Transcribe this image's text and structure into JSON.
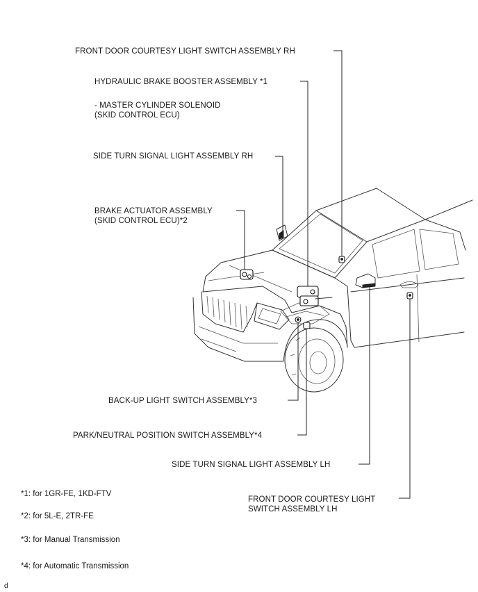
{
  "labels": {
    "front_door_courtesy_rh": "FRONT DOOR COURTESY LIGHT SWITCH ASSEMBLY RH",
    "hydraulic_brake_booster": "HYDRAULIC BRAKE BOOSTER ASSEMBLY *1",
    "master_cylinder_line1": "- MASTER CYLINDER SOLENOID",
    "master_cylinder_line2": "(SKID CONTROL ECU)",
    "side_turn_signal_rh": "SIDE TURN SIGNAL LIGHT ASSEMBLY RH",
    "brake_actuator_line1": "BRAKE ACTUATOR ASSEMBLY",
    "brake_actuator_line2": "(SKID CONTROL ECU)*2",
    "back_up_light_switch": "BACK-UP LIGHT SWITCH ASSEMBLY*3",
    "park_neutral_switch": "PARK/NEUTRAL POSITION SWITCH ASSEMBLY*4",
    "side_turn_signal_lh": "SIDE TURN SIGNAL LIGHT ASSEMBLY LH",
    "front_door_courtesy_lh_line1": "FRONT DOOR COURTESY LIGHT",
    "front_door_courtesy_lh_line2": "SWITCH ASSEMBLY LH"
  },
  "footnotes": [
    "*1: for 1GR-FE, 1KD-FTV",
    "*2: for 5L-E, 2TR-FE",
    "*3: for Manual Transmission",
    "*4: for Automatic Transmission"
  ],
  "corner_mark": "d"
}
